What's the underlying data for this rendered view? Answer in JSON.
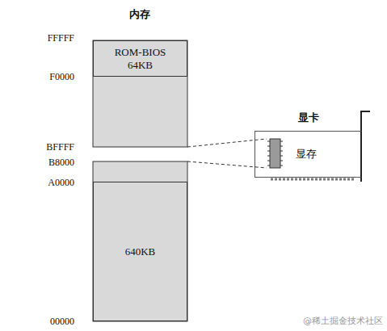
{
  "diagram": {
    "title": "内存",
    "nodes": [
      {
        "text": [
          "ROM-BIOS 64KB"
        ]
      },
      {
        "text": [
          "640KB"
        ]
      },
      {
        "text": [
          "显卡",
          "显存"
        ]
      }
    ],
    "labels": [
      "FFFFF",
      "F0000",
      "BFFFF",
      "B8000",
      "A0000",
      "00000",
      "@稀土掘金技术社区"
    ]
  }
}
